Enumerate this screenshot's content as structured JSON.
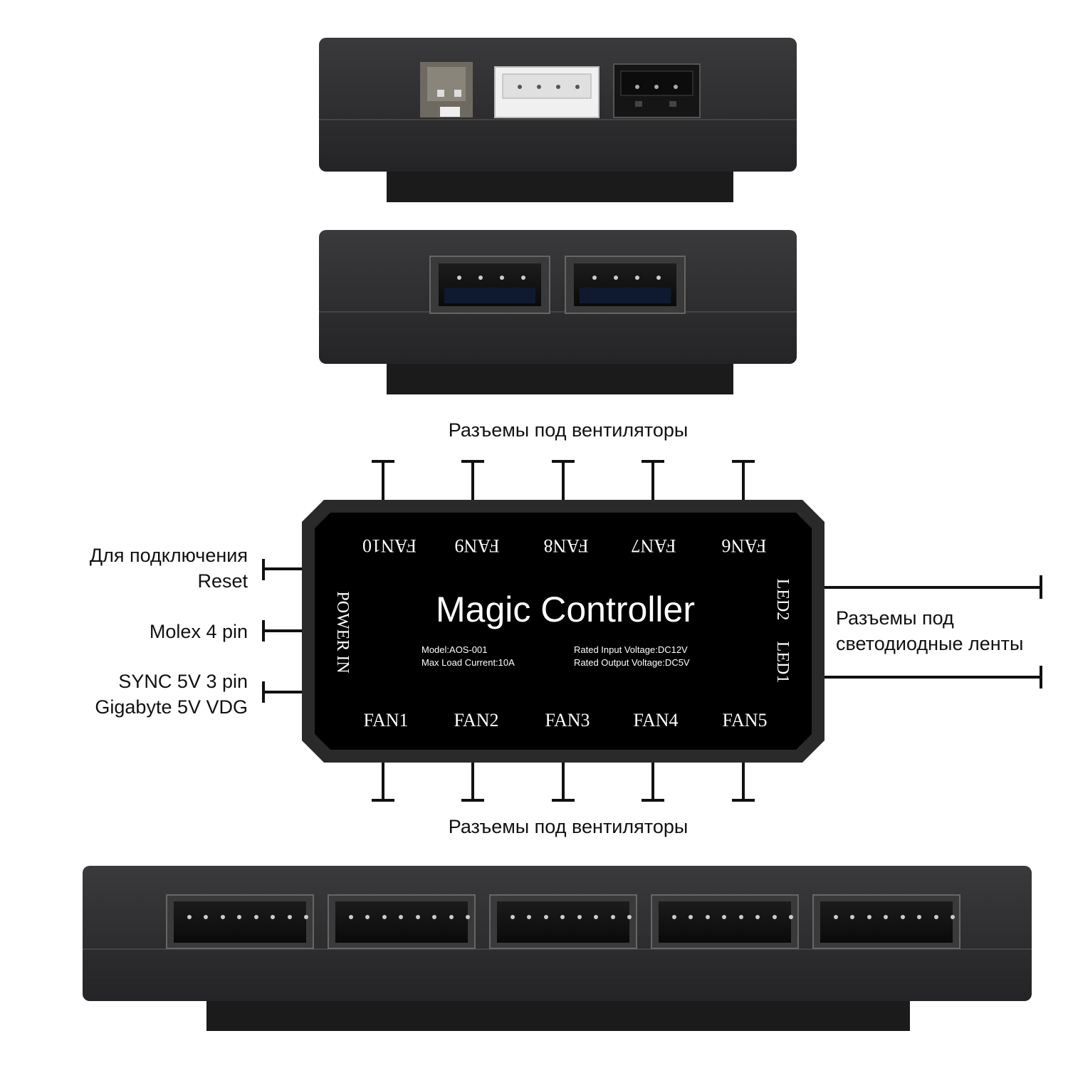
{
  "labels": {
    "fans_top": "Разъемы под вентиляторы",
    "fans_bottom": "Разъемы под вентиляторы",
    "reset_line1": "Для подключения",
    "reset_line2": "Reset",
    "molex": "Molex 4 pin",
    "sync_line1": "SYNC 5V 3 pin",
    "sync_line2": "Gigabyte 5V VDG",
    "led_line1": "Разъемы под",
    "led_line2": "светодиодные ленты"
  },
  "controller": {
    "title": "Magic Controller",
    "model": "Model:AOS-001",
    "max_load": "Max Load Current:10A",
    "rated_input": "Rated Input Voltage:DC12V",
    "rated_output": "Rated Output Voltage:DC5V",
    "power_in": "POWER IN",
    "top_ports": [
      "FAN10",
      "FAN9",
      "FAN8",
      "FAN7",
      "FAN6"
    ],
    "bottom_ports": [
      "FAN1",
      "FAN2",
      "FAN3",
      "FAN4",
      "FAN5"
    ],
    "led_ports": [
      "LED2",
      "LED1"
    ]
  },
  "colors": {
    "housing": "#2c2c2e",
    "housing_dark": "#1a1a1a",
    "board": "#000000",
    "text_light": "#ffffff",
    "connector_white": "#f0f0f0",
    "connector_black": "#151515"
  }
}
